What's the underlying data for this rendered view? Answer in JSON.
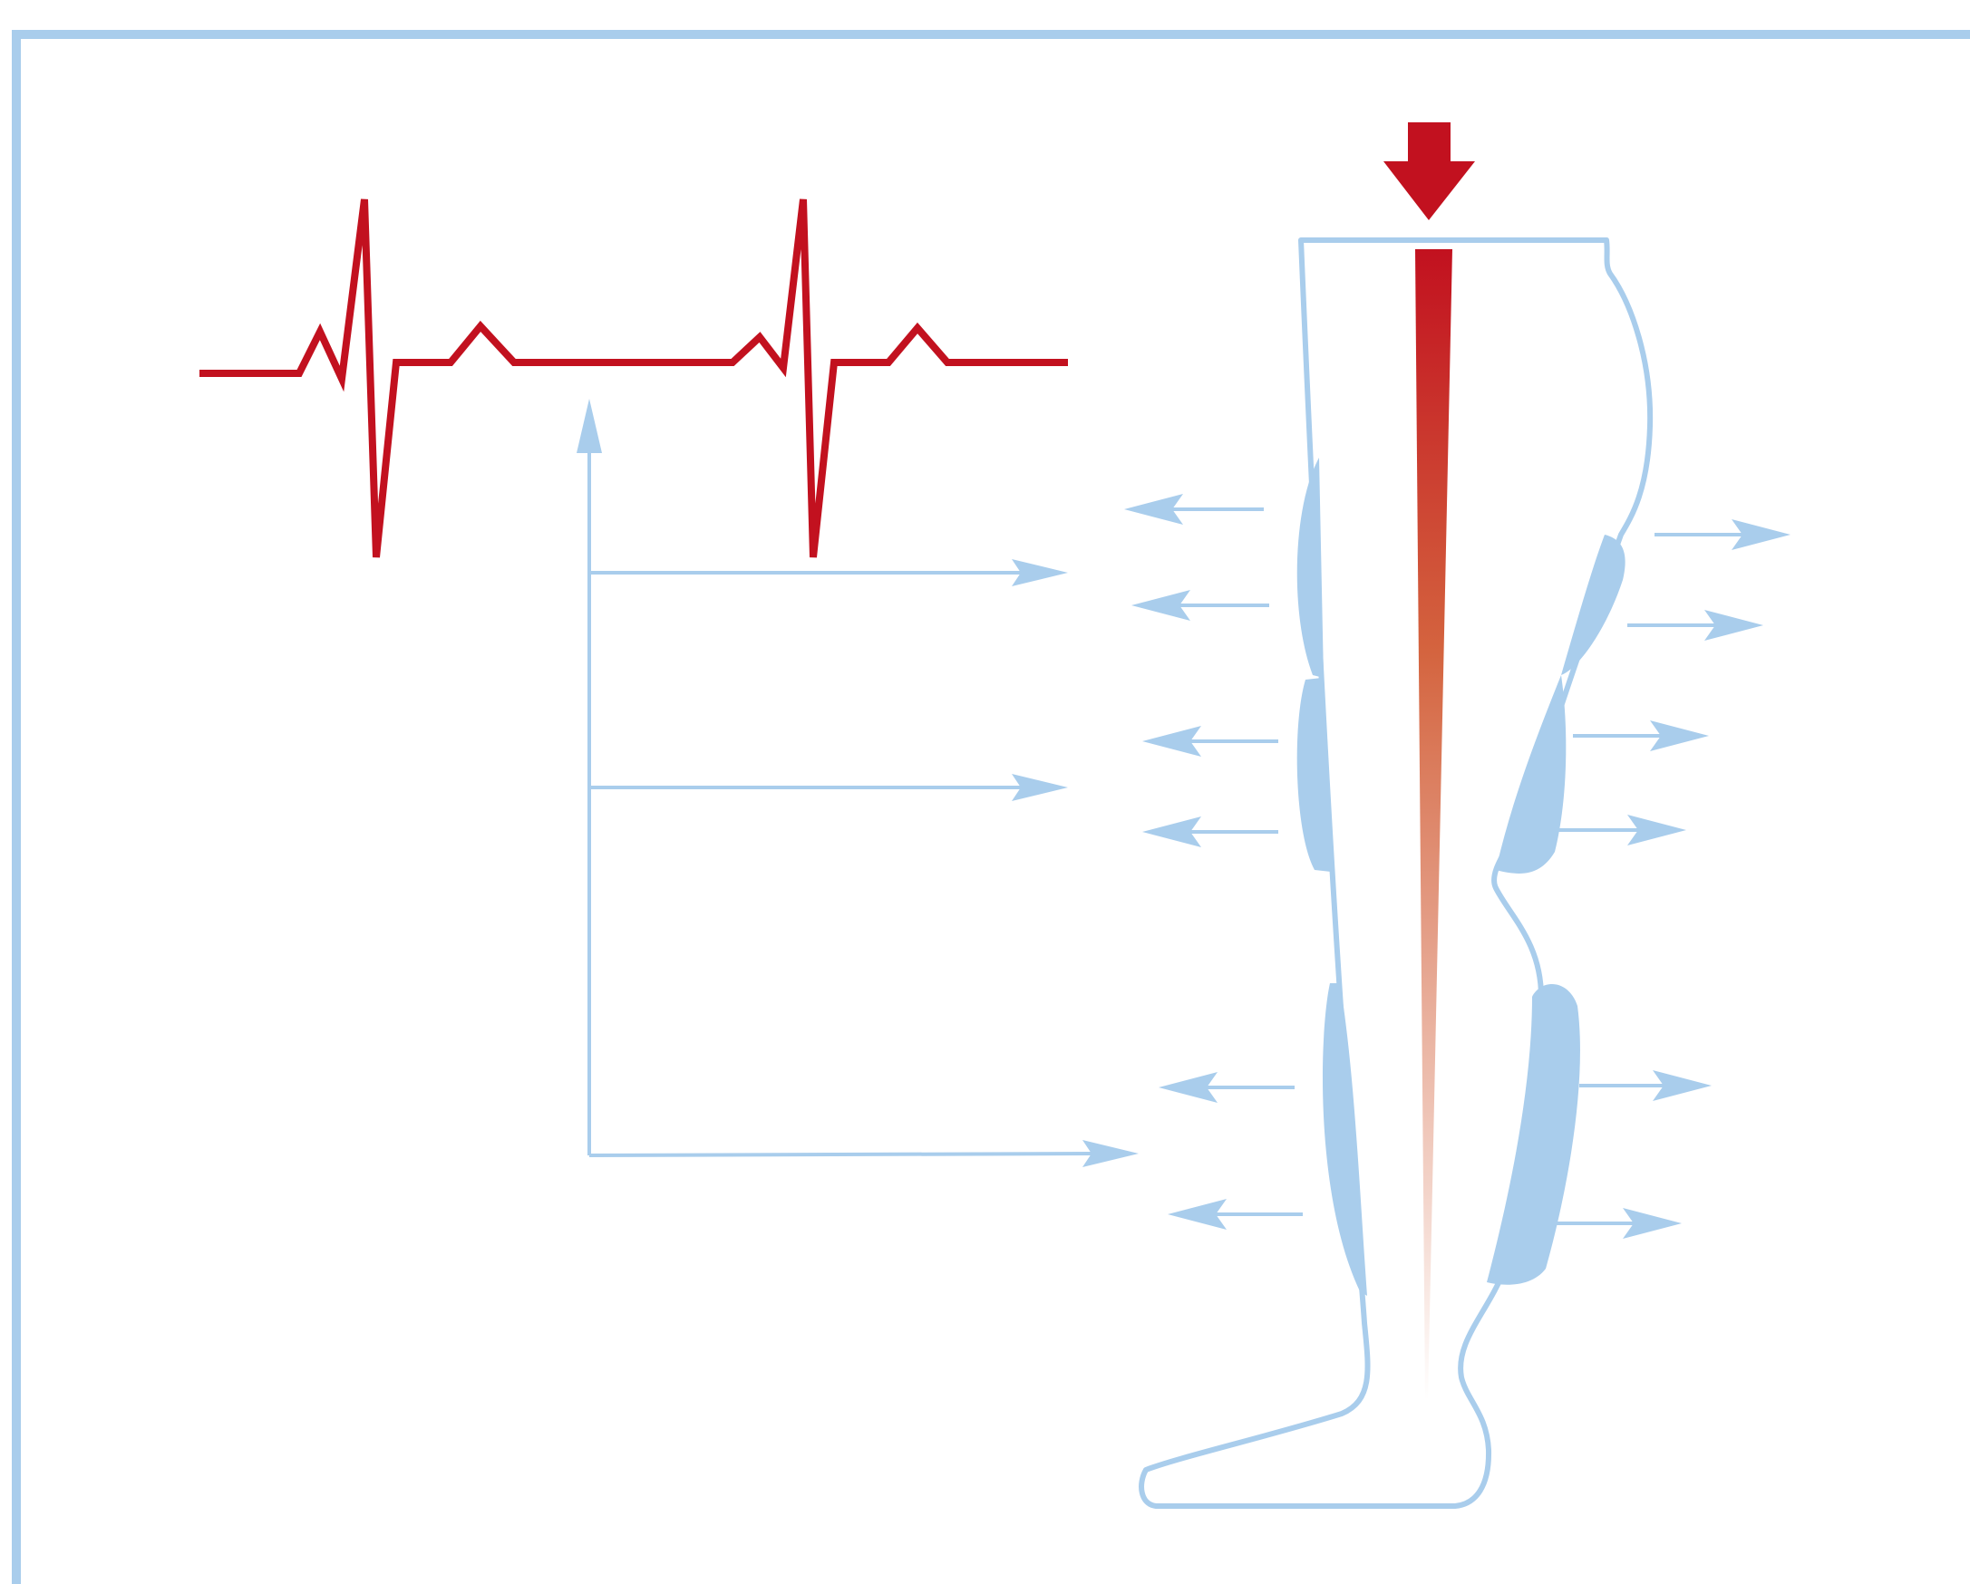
{
  "colors": {
    "line": "#a9cdec",
    "ecg": "#c2111f",
    "gradient_top": "#c2111f",
    "gradient_mid": "#d4643f",
    "gradient_bottom": "#ffffff"
  },
  "elements": {
    "ecg_trace": "ecg-waveform",
    "trigger_arrow": "ecg-trigger-arrow",
    "connectors": [
      "connector-thigh",
      "connector-knee",
      "connector-calf"
    ],
    "leg": "leg-outline",
    "compression_arrow": "compression-arrow-icon",
    "pressure_gradient": "pressure-gradient-bar",
    "cuffs": [
      "cuff-thigh-front",
      "cuff-knee-front",
      "cuff-calf-front",
      "cuff-thigh-back",
      "cuff-knee-back",
      "cuff-calf-back"
    ]
  }
}
